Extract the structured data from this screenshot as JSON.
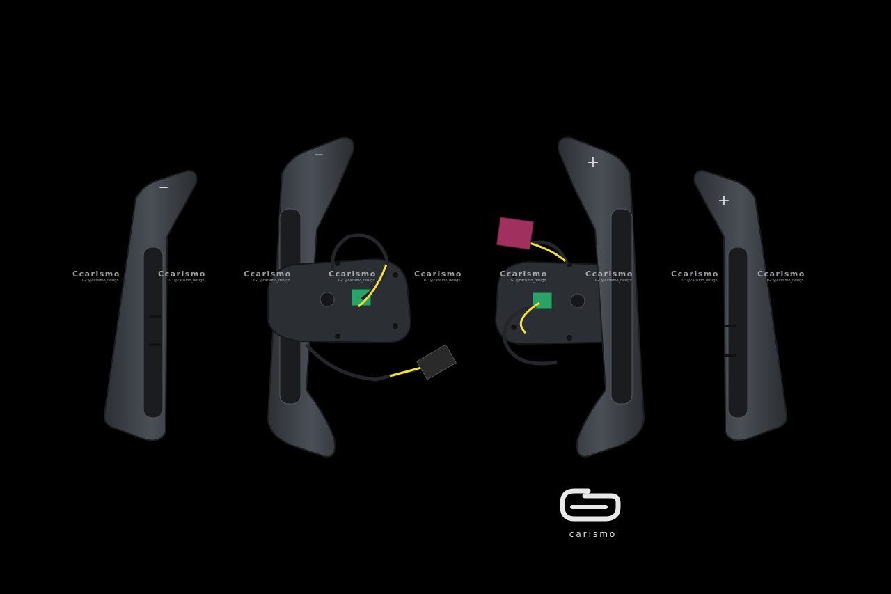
{
  "watermark": {
    "brand": "Ccarismo",
    "handle": "IG: @carismo_design"
  },
  "logo": {
    "text": "carismo"
  },
  "paddles": {
    "left_symbol": "−",
    "right_symbol": "+"
  },
  "colors": {
    "background": "#000000",
    "paddle": "#3b3f45",
    "wire": "#f2e23a",
    "connector_green": "#1f9a5c",
    "connector_magenta": "#a0305e"
  }
}
